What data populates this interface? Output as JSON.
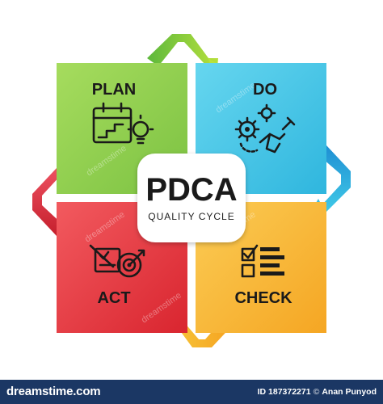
{
  "colors": {
    "plan": "#8fd14f",
    "do": "#4ecbe8",
    "act": "#ee3e48",
    "check": "#f8ba3d",
    "center": "#ffffff",
    "footer_bg": "#1b3764"
  },
  "center": {
    "title": "PDCA",
    "subtitle": "QUALITY CYCLE"
  },
  "quadrants": [
    {
      "key": "plan",
      "label": "PLAN",
      "icon": "calendar-lightbulb-icon"
    },
    {
      "key": "do",
      "label": "DO",
      "icon": "gears-hand-icon"
    },
    {
      "key": "act",
      "label": "ACT",
      "icon": "checklist-target-icon"
    },
    {
      "key": "check",
      "label": "CHECK",
      "icon": "checkbox-list-icon"
    }
  ],
  "arrows": [
    "plan-to-do-arrow",
    "do-to-check-arrow",
    "check-to-act-arrow",
    "act-to-plan-arrow"
  ],
  "watermark": "dreamstime",
  "footer": {
    "logo": "dreamstime.com",
    "id_text": "ID 187372271",
    "author": "Anan Punyod"
  }
}
